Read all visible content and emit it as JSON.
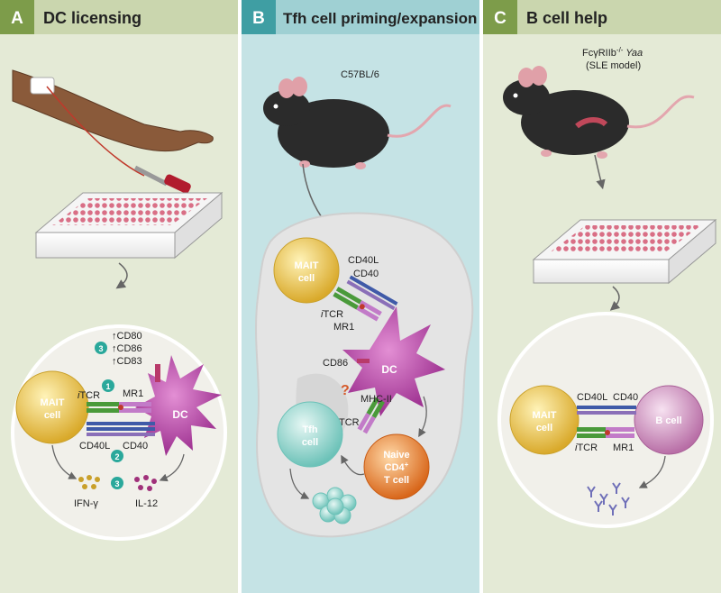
{
  "panels": [
    {
      "letter": "A",
      "title": "DC licensing"
    },
    {
      "letter": "B",
      "title": "Tfh cell priming/expansion"
    },
    {
      "letter": "C",
      "title": "B cell help"
    }
  ],
  "panel_a": {
    "mait_line1": "MAIT",
    "mait_line2": "cell",
    "dc": "DC",
    "itcr_i": "i",
    "itcr_rest": "TCR",
    "mr1": "MR1",
    "cd40l": "CD40L",
    "cd40": "CD40",
    "cd80": "↑CD80",
    "cd86": "↑CD86",
    "cd83": "↑CD83",
    "step1": "1",
    "step2": "2",
    "step3": "3",
    "ifng": "IFN-γ",
    "il12": "IL-12"
  },
  "panel_b": {
    "mouse": "C57BL/6",
    "mait_line1": "MAIT",
    "mait_line2": "cell",
    "cd40l": "CD40L",
    "cd40": "CD40",
    "itcr_i": "i",
    "itcr_rest": "TCR",
    "mr1": "MR1",
    "cd86": "CD86",
    "dc": "DC",
    "question": "?",
    "mhc2": "MHC-II",
    "tcr": "TCR",
    "tfh_line1": "Tfh",
    "tfh_line2": "cell",
    "naive_line1": "Naive",
    "naive_line2": "CD4",
    "naive_sup": "+",
    "naive_line3": "T cell"
  },
  "panel_c": {
    "mouse_line1": "FcγRIIb",
    "mouse_sup": "-/-",
    "mouse_yaa": " Yaa",
    "mouse_line2": "(SLE model)",
    "mait_line1": "MAIT",
    "mait_line2": "cell",
    "cd40l": "CD40L",
    "cd40": "CD40",
    "itcr_i": "i",
    "itcr_rest": "TCR",
    "mr1": "MR1",
    "bcell": "B cell"
  },
  "colors": {
    "panel_a_bg": "#e4ead6",
    "panel_a_header": "#cad6ae",
    "panel_b_bg": "#c5e3e5",
    "panel_b_header": "#9fd0d3",
    "panel_c_bg": "#e4ead6",
    "panel_c_header": "#cad6ae",
    "letter_a": "#7d9c4a",
    "letter_b": "#3f9ea3",
    "letter_c": "#7d9c4a",
    "mait": "#e7c44c",
    "dc": "#a83a9a",
    "tfh": "#8ccfc7",
    "naive": "#e07b28",
    "bcell": "#c784b6",
    "step_badge": "#2aa89b"
  },
  "icons": [
    "arm-blood-draw-icon",
    "culture-plate-icon",
    "mouse-icon",
    "lymph-node-icon",
    "antibody-icon",
    "cytokine-dots-icon"
  ]
}
